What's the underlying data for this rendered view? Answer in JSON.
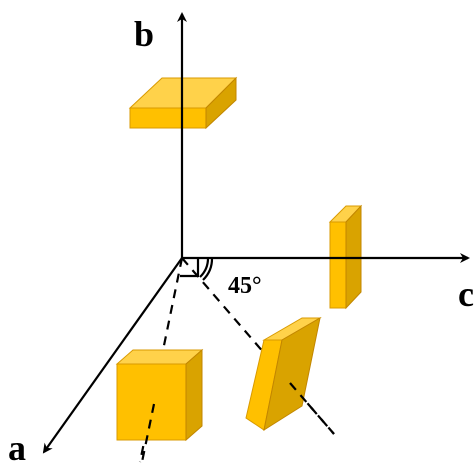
{
  "axes": {
    "a": {
      "label": "a"
    },
    "b": {
      "label": "b"
    },
    "c": {
      "label": "c"
    }
  },
  "angle": {
    "label": "45°"
  },
  "colors": {
    "front": "#ffc000",
    "top": "#ffd24a",
    "side": "#d9a300",
    "line": "#000000"
  }
}
